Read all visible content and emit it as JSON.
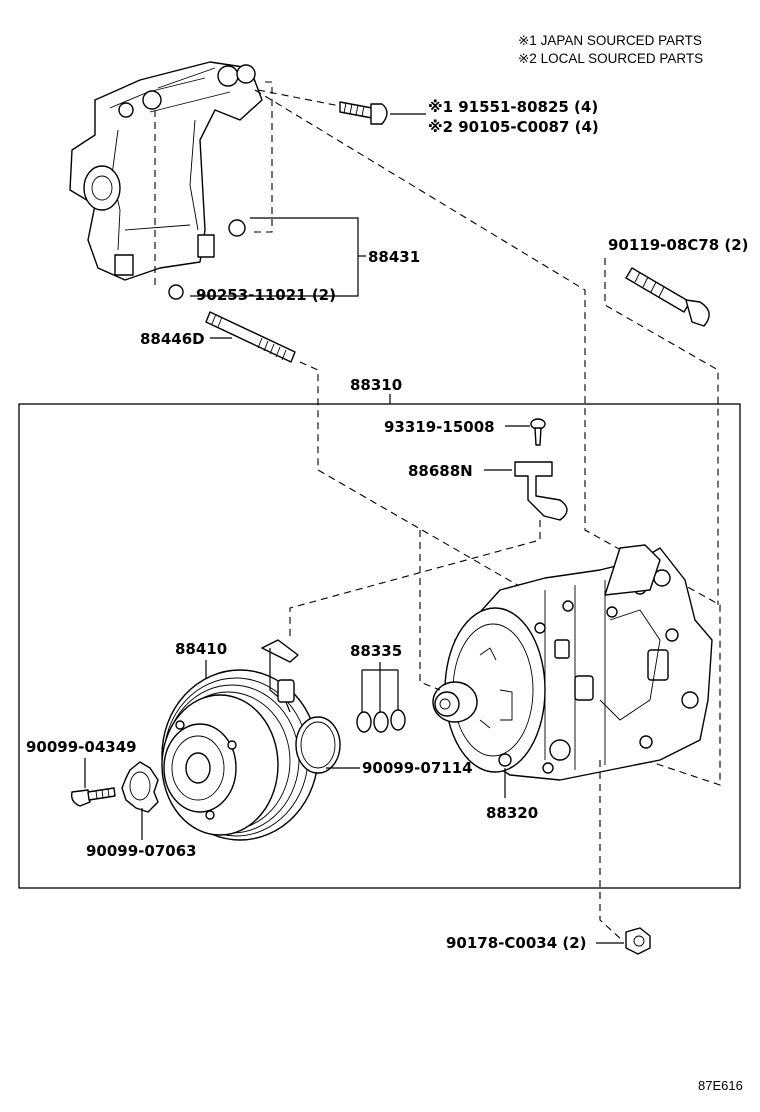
{
  "notes": {
    "japan": "※1 JAPAN SOURCED PARTS",
    "local": "※2 LOCAL SOURCED PARTS"
  },
  "parts": {
    "bolt_japan": "※1 91551-80825 (4)",
    "bolt_local": "※2 90105-C0087 (4)",
    "bracket": "88431",
    "plug": "90253-11021 (2)",
    "stud": "88446D",
    "bolt_long": "90119-08C78 (2)",
    "compressor_assy": "88310",
    "screw": "93319-15008",
    "clip": "88688N",
    "clutch_pulley": "88410",
    "shims": "88335",
    "bolt_clutch": "90099-04349",
    "snap_ring": "90099-07114",
    "compressor": "88320",
    "ring_clutch": "90099-07063",
    "nut": "90178-C0034 (2)"
  },
  "footer": {
    "code": "87E616"
  }
}
